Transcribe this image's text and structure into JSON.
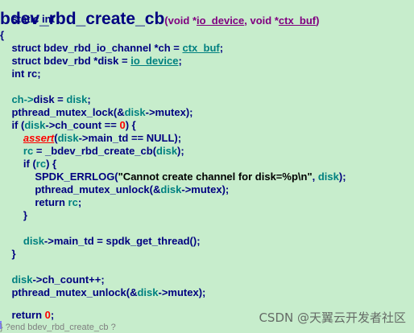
{
  "code": {
    "header_keyword": "static int",
    "function_name": "bdev_rbd_create_cb",
    "params_open": "(void *",
    "param1": "io_device",
    "params_mid": ", void *",
    "param2": "ctx_buf",
    "params_close": ")",
    "open_brace": "{",
    "l1_a": "    struct bdev_rbd_io_channel *ch = ",
    "l1_b": "ctx_buf",
    "l1_c": ";",
    "l2_a": "    struct bdev_rbd *disk = ",
    "l2_b": "io_device",
    "l2_c": ";",
    "l3": "    int rc;",
    "l4_a": "    ch->",
    "l4_b": "disk = ",
    "l4_c": "disk",
    "l4_d": ";",
    "l5_a": "    pthread_mutex_lock(&",
    "l5_b": "disk",
    "l5_c": "->mutex);",
    "l6_a": "    if (",
    "l6_b": "disk",
    "l6_c": "->ch_count == ",
    "l6_d": "0",
    "l6_e": ") {",
    "l7_a": "        ",
    "l7_b": "assert",
    "l7_c": "(",
    "l7_d": "disk",
    "l7_e": "->main_td == ",
    "l7_f": "NULL",
    "l7_g": ");",
    "l8_a": "        ",
    "l8_b": "rc",
    "l8_c": " = _bdev_rbd_create_cb(",
    "l8_d": "disk",
    "l8_e": ");",
    "l9_a": "        if (",
    "l9_b": "rc",
    "l9_c": ") {",
    "l10_a": "            SPDK_ERRLOG(",
    "l10_b": "\"Cannot create channel for disk=%p\\n\"",
    "l10_c": ", ",
    "l10_d": "disk",
    "l10_e": ");",
    "l11_a": "            pthread_mutex_unlock(&",
    "l11_b": "disk",
    "l11_c": "->mutex);",
    "l12_a": "            return ",
    "l12_b": "rc",
    "l12_c": ";",
    "l13": "        }",
    "l14_a": "        ",
    "l14_b": "disk",
    "l14_c": "->main_td = spdk_get_thread();",
    "l15": "    }",
    "l16_a": "    ",
    "l16_b": "disk",
    "l16_c": "->ch_count++;",
    "l17_a": "    pthread_mutex_unlock(&",
    "l17_b": "disk",
    "l17_c": "->mutex);",
    "l18_a": "    return ",
    "l18_b": "0",
    "l18_c": ";",
    "close_comment": "} ?end bdev_rbd_create_cb ?"
  },
  "watermark": "CSDN @天翼云开发者社区",
  "colors": {
    "background": "#c7edcc",
    "keyword": "#000080",
    "variable": "#008080",
    "number": "#ff0000",
    "parameter": "#800080"
  }
}
